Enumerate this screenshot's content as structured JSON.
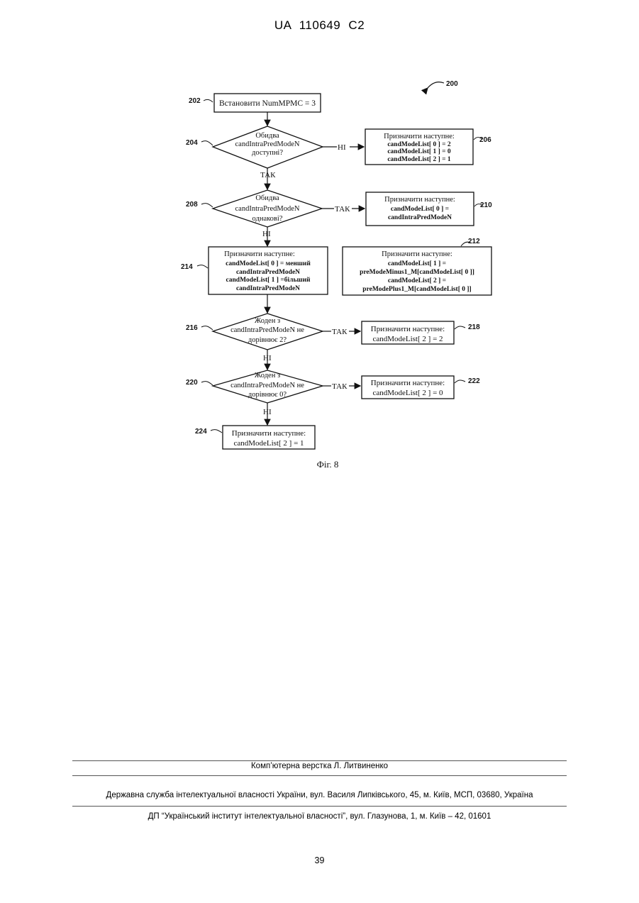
{
  "header": "UA   110649   C2",
  "diagram": {
    "ref_main": "200",
    "start": {
      "ref": "202",
      "text": "Встановити NumMPMC = 3"
    },
    "d204": {
      "ref": "204",
      "lines": [
        "Обидва",
        "candIntraPredModeN",
        "доступні?"
      ],
      "no": "НІ",
      "yes": "ТАК"
    },
    "b206": {
      "ref": "206",
      "lines": [
        "Призначити наступне:",
        "candModeList[ 0 ] = 2",
        "candModeList[ 1 ] = 0",
        "candModeList[ 2 ] = 1"
      ]
    },
    "d208": {
      "ref": "208",
      "lines": [
        "Обидва",
        "candIntraPredModeN",
        "однакові?"
      ],
      "yes": "ТАК",
      "no": "НІ"
    },
    "b210": {
      "ref": "210",
      "lines": [
        "Призначити наступне:",
        "candModeList[ 0 ] =",
        "candIntraPredModeN"
      ]
    },
    "b212": {
      "ref": "212",
      "lines": [
        "Призначити наступне:",
        "candModeList[ 1 ] =",
        "preModeMinus1_M[candModeList[ 0 ]]",
        "candModeList[ 2 ] =",
        "preModePlus1_M[candModeList[ 0 ]]"
      ]
    },
    "b214": {
      "ref": "214",
      "lines": [
        "Призначити наступне:",
        "candModeList[ 0 ] = менший",
        "candIntraPredModeN",
        "candModeList[ 1 ] =більший",
        "candIntraPredModeN"
      ]
    },
    "d216": {
      "ref": "216",
      "lines": [
        "Жоден з",
        "candIntraPredModeN не",
        "дорівнює 2?"
      ],
      "yes": "ТАК",
      "no": "НІ"
    },
    "b218": {
      "ref": "218",
      "lines": [
        "Призначити наступне:",
        "candModeList[ 2 ] = 2"
      ]
    },
    "d220": {
      "ref": "220",
      "lines": [
        "Жоден з",
        "candIntraPredModeN не",
        "дорівнює 0?"
      ],
      "yes": "ТАК",
      "no": "НІ"
    },
    "b222": {
      "ref": "222",
      "lines": [
        "Призначити наступне:",
        "candModeList[ 2 ] = 0"
      ]
    },
    "b224": {
      "ref": "224",
      "lines": [
        "Призначити наступне:",
        "candModeList[ 2 ] = 1"
      ]
    },
    "caption": "Фіг. 8"
  },
  "footer": {
    "typesetting": "Комп’ютерна верстка Л. Литвиненко",
    "agency": "Державна служба інтелектуальної власності України, вул. Василя Липківського, 45, м. Київ, МСП, 03680, Україна",
    "institute": "ДП “Український інститут інтелектуальної власності”, вул. Глазунова, 1, м. Київ – 42, 01601",
    "page_number": "39"
  }
}
